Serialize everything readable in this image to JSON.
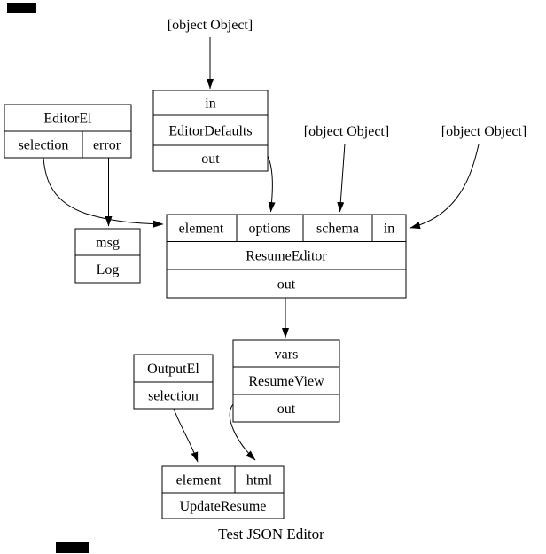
{
  "diagram": {
    "caption": "Test JSON Editor",
    "colors": {
      "background": "#ffffff",
      "stroke": "#000000",
      "text": "#000000",
      "mark": "#000000"
    },
    "free_labels": {
      "top": "[object Object]",
      "middle": "[object Object]",
      "right": "[object Object]"
    },
    "nodes": {
      "editor_el": {
        "title": "EditorEl",
        "selection": "selection",
        "error": "error"
      },
      "editor_defaults": {
        "in": "in",
        "title": "EditorDefaults",
        "out": "out"
      },
      "log": {
        "msg": "msg",
        "title": "Log"
      },
      "resume_editor": {
        "element": "element",
        "options": "options",
        "schema": "schema",
        "in": "in",
        "title": "ResumeEditor",
        "out": "out"
      },
      "resume_view": {
        "vars": "vars",
        "title": "ResumeView",
        "out": "out"
      },
      "output_el": {
        "title": "OutputEl",
        "selection": "selection"
      },
      "update_resume": {
        "element": "element",
        "html": "html",
        "title": "UpdateResume"
      }
    },
    "edges": [
      {
        "from": "[object Object] (top)",
        "to": "EditorDefaults.in"
      },
      {
        "from": "EditorDefaults.out",
        "to": "ResumeEditor.options"
      },
      {
        "from": "[object Object] (middle)",
        "to": "ResumeEditor.schema"
      },
      {
        "from": "[object Object] (right)",
        "to": "ResumeEditor.in"
      },
      {
        "from": "EditorEl.selection",
        "to": "ResumeEditor.element"
      },
      {
        "from": "EditorEl.error",
        "to": "Log.msg"
      },
      {
        "from": "ResumeEditor.out",
        "to": "ResumeView.vars"
      },
      {
        "from": "ResumeView.out",
        "to": "UpdateResume.html"
      },
      {
        "from": "OutputEl.selection",
        "to": "UpdateResume.element"
      }
    ]
  }
}
